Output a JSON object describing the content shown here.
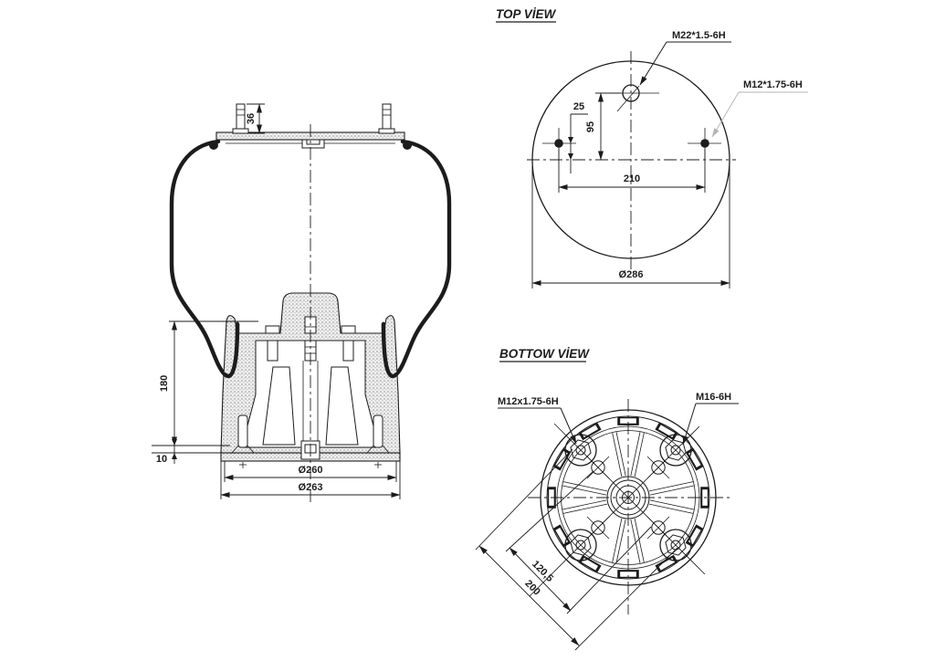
{
  "drawing": {
    "colors": {
      "line": "#1c1c1c",
      "leader": "#b3b3b3",
      "background": "#ffffff"
    },
    "side_view": {
      "dims": {
        "stud_height": "36",
        "total_height": "180",
        "base_thickness": "10",
        "piston_diameter": "Ø260",
        "base_plate_diameter": "Ø263"
      }
    },
    "top_view": {
      "title": "TOP VİEW",
      "labels": {
        "center_thread": "M22*1.5-6H",
        "stud_thread": "M12*1.75-6H"
      },
      "dims": {
        "stud_offset": "25",
        "port_distance": "95",
        "stud_spacing": "210",
        "plate_diameter": "Ø286"
      }
    },
    "bottom_view": {
      "title": "BOTTOW VİEW",
      "labels": {
        "stud_thread": "M12x1.75-6H",
        "center_thread": "M16-6H"
      },
      "dims": {
        "inner_pitch": "120,5",
        "outer_pitch": "200"
      }
    }
  }
}
